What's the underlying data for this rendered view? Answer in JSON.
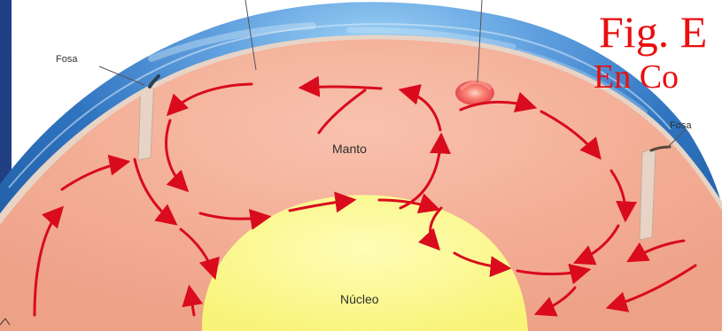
{
  "diagram": {
    "labels": {
      "fosa_left": "Fosa",
      "fosa_right": "Fosa",
      "mantle": "Manto",
      "core": "Núcleo"
    },
    "title": {
      "line1": "Fig. E",
      "line2": "En Co"
    },
    "colors": {
      "ocean_dark": "#1f5ca3",
      "ocean_mid": "#2f74c0",
      "ocean_light": "#82b8e6",
      "crust_plate": "#e7d4c6",
      "mantle": "#f3aa91",
      "core": "#fbfa8f",
      "arrows": "#d90b1d",
      "hotspot": "#ef5c59",
      "title_red": "#ea0e0e"
    },
    "icons": {
      "left_page_strip": "blue-strip-icon",
      "corner_mark": "corner-mark-icon"
    }
  }
}
